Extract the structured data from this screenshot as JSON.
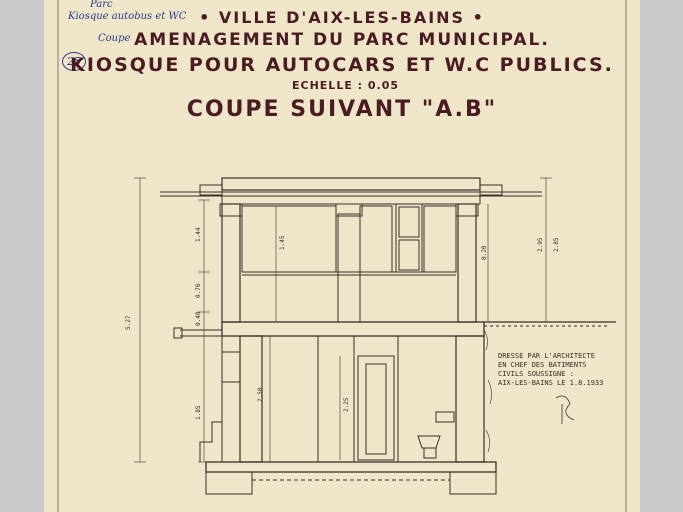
{
  "annotations": {
    "line1": "Parc",
    "line2": "Kiosque autobus et WC",
    "line3": "Coupe",
    "number": "25"
  },
  "header": {
    "city": "• VILLE D'AIX-LES-BAINS •",
    "project": "AMENAGEMENT DU PARC MUNICIPAL.",
    "subject": "KIOSQUE POUR AUTOCARS ET W.C PUBLICS.",
    "scale": "ECHELLE : 0.05",
    "section": "COUPE SUIVANT \"A.B\""
  },
  "dimensions": {
    "total_height": "5.27",
    "right_h1": "2.95",
    "right_h2": "2.85",
    "left_upper": "1.44",
    "left_mid": "0.76",
    "left_small": "0.40",
    "left_lower": "1.85",
    "inner_upper": "1.45",
    "inner_lower": "2.50",
    "door": "2.25",
    "post": "0.20"
  },
  "signature_block": {
    "line1": "DRESSE PAR L'ARCHITECTE",
    "line2": "EN CHEF DES BATIMENTS",
    "line3": "CIVILS SOUSSIGNE :",
    "line4": "AIX-LES-BAINS LE 1.8.1933"
  },
  "colors": {
    "paper": "#efe6c9",
    "ink": "#4a1b22",
    "line": "#3a2f2a",
    "annotation": "#2b3a8c"
  }
}
